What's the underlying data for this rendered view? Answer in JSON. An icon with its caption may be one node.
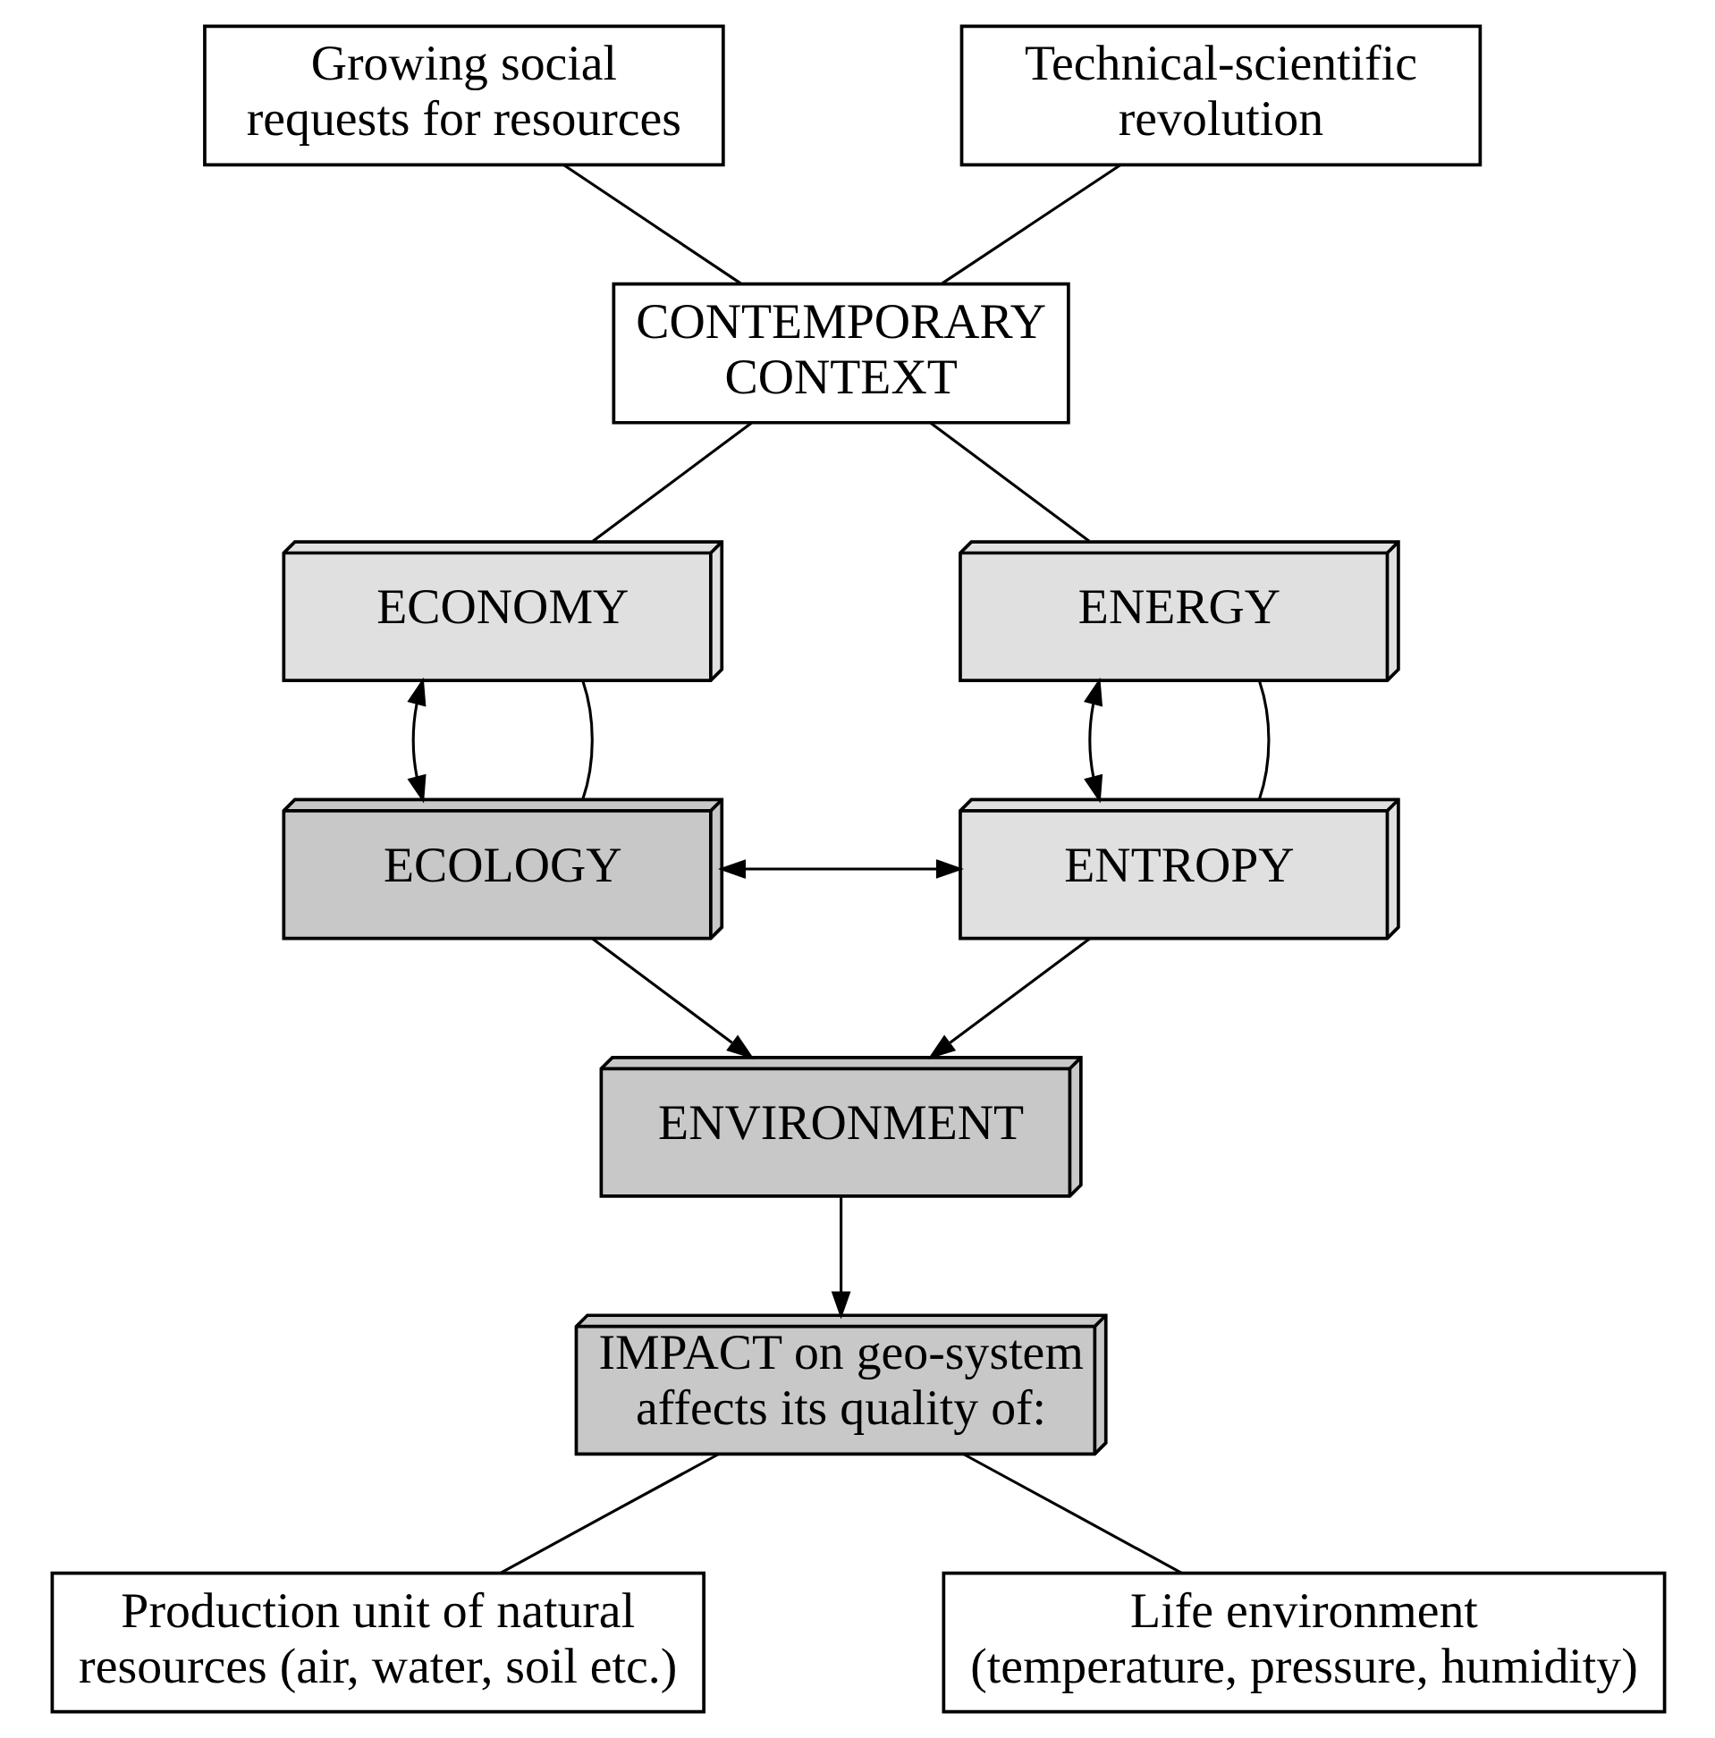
{
  "diagram": {
    "nodes": [
      {
        "text": [
          "Growing social requests for resources"
        ]
      },
      {
        "text": [
          "Technical-scientific revolution"
        ]
      },
      {
        "text": [
          "CONTEMPORARY CONTEXT"
        ]
      },
      {
        "text": [
          "ECONOMY"
        ]
      },
      {
        "text": [
          "ENERGY"
        ]
      },
      {
        "text": [
          "ECOLOGY"
        ]
      },
      {
        "text": [
          "ENTROPY"
        ]
      },
      {
        "text": [
          "ENVIRONMENT"
        ]
      },
      {
        "text": [
          "IMPACT on geo-system affects its quality of:"
        ]
      },
      {
        "text": [
          "Production unit of natural resources (air, water, soil etc.)"
        ]
      },
      {
        "text": [
          "Life environment (temperature, pressure, humidity)"
        ]
      }
    ],
    "edges": [
      {
        "from": 0,
        "to": 2,
        "arrow": "none"
      },
      {
        "from": 1,
        "to": 2,
        "arrow": "none"
      },
      {
        "from": 2,
        "to": 3,
        "arrow": "none"
      },
      {
        "from": 2,
        "to": 4,
        "arrow": "none"
      },
      {
        "from": 3,
        "to": 5,
        "arrow": "both"
      },
      {
        "from": 5,
        "to": 3,
        "arrow": "none"
      },
      {
        "from": 4,
        "to": 6,
        "arrow": "both"
      },
      {
        "from": 6,
        "to": 4,
        "arrow": "none"
      },
      {
        "from": 5,
        "to": 6,
        "arrow": "both"
      },
      {
        "from": 5,
        "to": 7,
        "arrow": "to"
      },
      {
        "from": 6,
        "to": 7,
        "arrow": "to"
      },
      {
        "from": 7,
        "to": 8,
        "arrow": "to"
      },
      {
        "from": 8,
        "to": 9,
        "arrow": "none"
      },
      {
        "from": 8,
        "to": 10,
        "arrow": "none"
      }
    ]
  }
}
